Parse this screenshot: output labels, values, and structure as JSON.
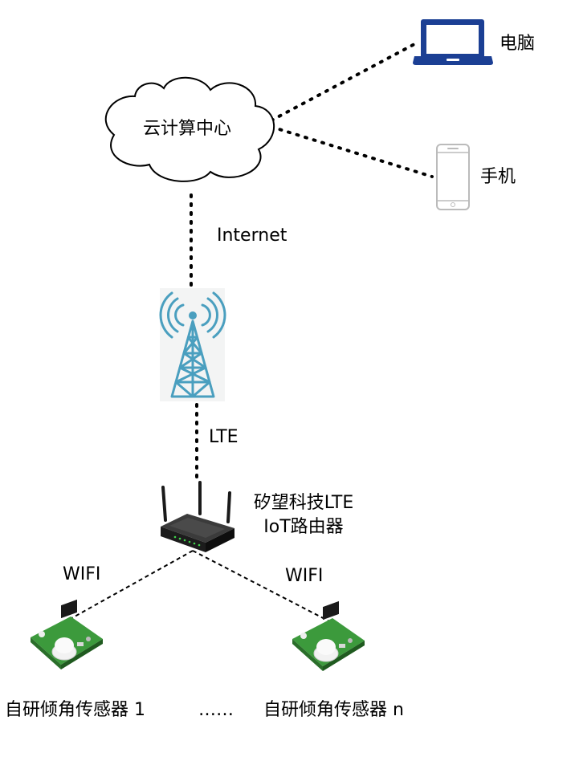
{
  "nodes": {
    "cloud": {
      "label": "云计算中心"
    },
    "laptop": {
      "label": "电脑",
      "icon": "laptop-icon"
    },
    "phone": {
      "label": "手机",
      "icon": "smartphone-icon"
    },
    "tower": {
      "icon": "cell-tower-icon"
    },
    "router": {
      "label_line1": "矽望科技LTE",
      "label_line2": "IoT路由器",
      "icon": "wifi-router-icon"
    },
    "sensor1": {
      "label": "自研倾角传感器 1",
      "icon": "sensor-board-icon"
    },
    "sensorN": {
      "label": "自研倾角传感器 n",
      "icon": "sensor-board-icon"
    }
  },
  "links": {
    "internet": "Internet",
    "lte": "LTE",
    "wifi_left": "WIFI",
    "wifi_right": "WIFI",
    "ellipsis": "……"
  },
  "colors": {
    "laptop": "#1b3f94",
    "tower": "#4a9fbf",
    "phone": "#bbbbbb",
    "pcb": "#3c9a3c"
  }
}
